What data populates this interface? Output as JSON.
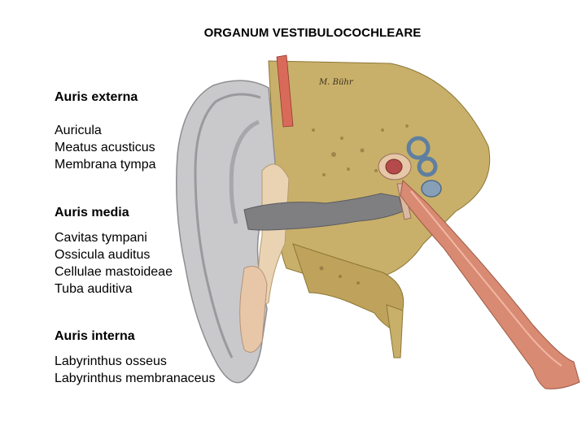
{
  "title": "ORGANUM VESTIBULOCOCHLEARE",
  "sections": [
    {
      "heading": "Auris externa",
      "items": [
        "Auricula",
        "Meatus acusticus",
        "Membrana tympa"
      ]
    },
    {
      "heading": "Auris media",
      "items": [
        "Cavitas tympani",
        "Ossicula auditus",
        "Cellulae mastoideae",
        "Tuba auditiva"
      ]
    },
    {
      "heading": "Auris interna",
      "items": [
        "Labyrinthus osseus",
        "Labyrinthus membranaceus"
      ]
    }
  ],
  "illustration": {
    "subject": "ear-cross-section",
    "signature": "M. Bühr",
    "colors": {
      "skin": "#c9c9cb",
      "bone": "#c9b06a",
      "canal": "#7f7f82",
      "tube": "#d98a72",
      "labyrinth": "#5f7fa0",
      "cartilage": "#e9d3b2"
    }
  }
}
